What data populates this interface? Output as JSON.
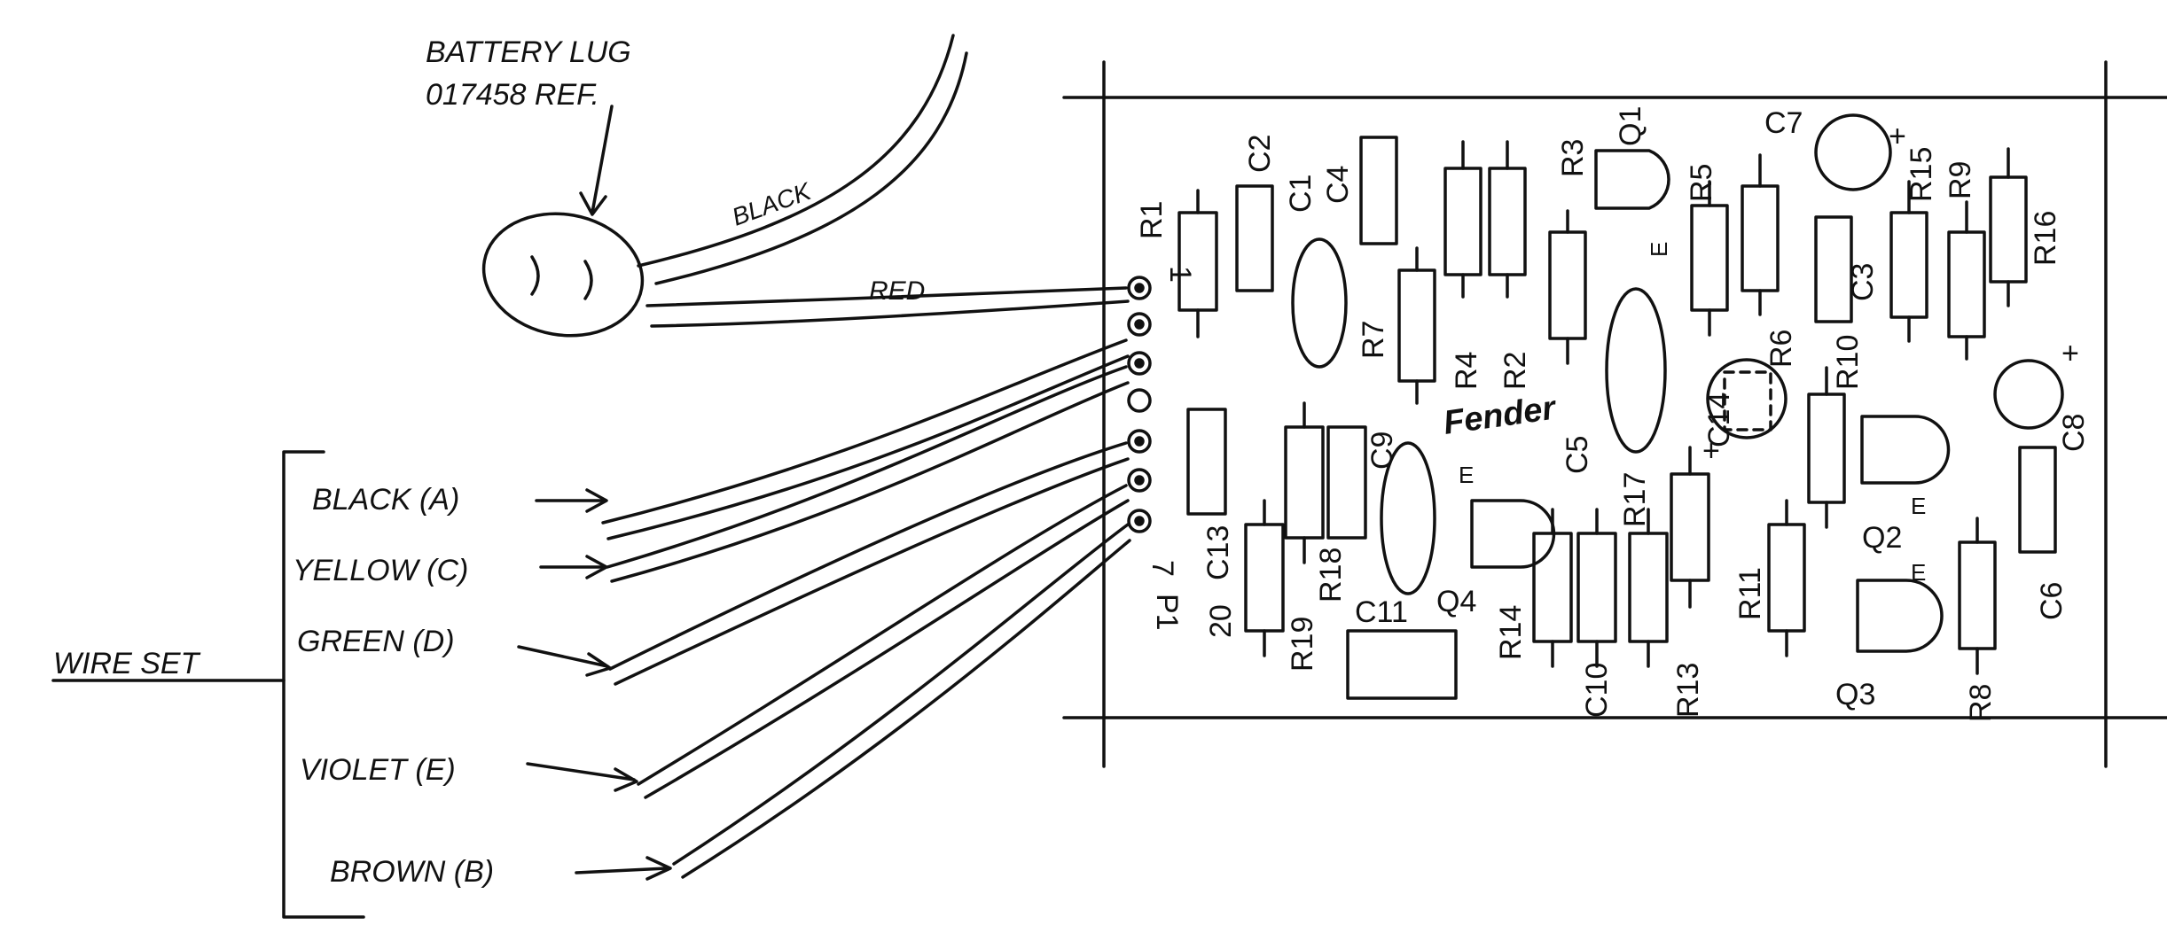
{
  "battery": {
    "line1": "BATTERY LUG",
    "line2": "017458 REF.",
    "wire_black": "BLACK",
    "wire_red": "RED"
  },
  "wireset": {
    "label": "WIRE SET",
    "wires": [
      {
        "label": "BLACK (A)",
        "color": "#111111"
      },
      {
        "label": "YELLOW (C)",
        "color": "#111111"
      },
      {
        "label": "GREEN (D)",
        "color": "#111111"
      },
      {
        "label": "VIOLET (E)",
        "color": "#111111"
      },
      {
        "label": "BROWN (B)",
        "color": "#111111"
      }
    ]
  },
  "connector": {
    "name": "P1",
    "pin_first": "1",
    "pin_last": "7"
  },
  "logo": "Fender",
  "parts": {
    "resistors": [
      "R1",
      "R2",
      "R3",
      "R4",
      "R5",
      "R6",
      "R7",
      "R8",
      "R9",
      "R10",
      "R11",
      "R13",
      "R14",
      "R15",
      "R16",
      "R17",
      "R18",
      "R19"
    ],
    "capacitors": [
      "C1",
      "C2",
      "C3",
      "C4",
      "C5",
      "C6",
      "C7",
      "C8",
      "C9",
      "C10",
      "C11",
      "C13",
      "C14"
    ],
    "transistors": [
      "Q1",
      "Q2",
      "Q3",
      "Q4"
    ],
    "pin_marks": [
      "20",
      "E",
      "E",
      "E",
      "E",
      "+",
      "+",
      "+"
    ]
  }
}
